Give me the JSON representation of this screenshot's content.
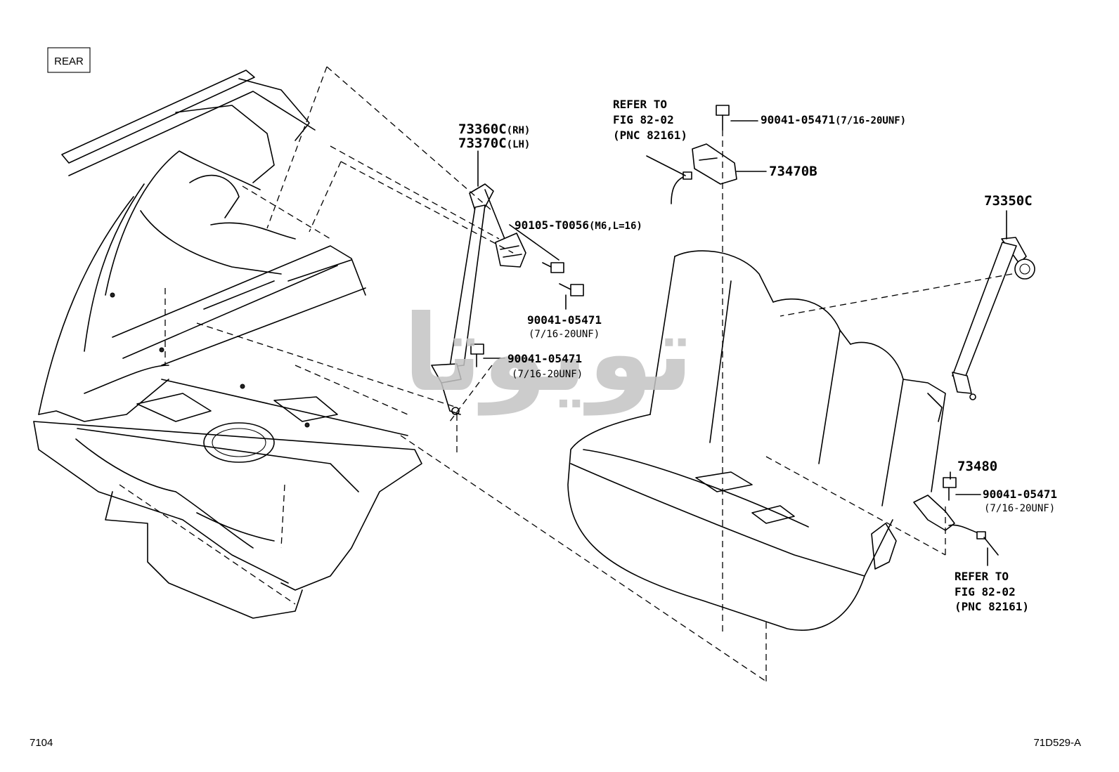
{
  "view_label": "REAR",
  "page_number": "7104",
  "figure_code": "71D529-A",
  "watermark_text": "تویوتا",
  "callouts": {
    "belt_outer_rh": "73360C",
    "belt_outer_rh_suffix": "(RH)",
    "belt_outer_lh": "73370C",
    "belt_outer_lh_suffix": "(LH)",
    "bolt_m6": "90105-T0056",
    "bolt_m6_spec": "(M6,L=16)",
    "bolt_retractor": "90041-05471",
    "bolt_retractor_spec": "(7/16-20UNF)",
    "bolt_lower_anchor": "90041-05471",
    "bolt_lower_anchor_spec": "(7/16-20UNF)",
    "bolt_buckle_top": "90041-05471",
    "bolt_buckle_top_spec": "(7/16-20UNF)",
    "buckle_center": "73470B",
    "refer_top_line1": "REFER TO",
    "refer_top_line2": "FIG 82-02",
    "refer_top_line3": "(PNC 82161)",
    "belt_center": "73350C",
    "buckle_side": "73480",
    "bolt_buckle_side": "90041-05471",
    "bolt_buckle_side_spec": "(7/16-20UNF)",
    "refer_bottom_line1": "REFER TO",
    "refer_bottom_line2": "FIG 82-02",
    "refer_bottom_line3": "(PNC 82161)"
  },
  "colors": {
    "line": "#000000",
    "watermark": "#c4c4c4",
    "background": "#ffffff"
  }
}
